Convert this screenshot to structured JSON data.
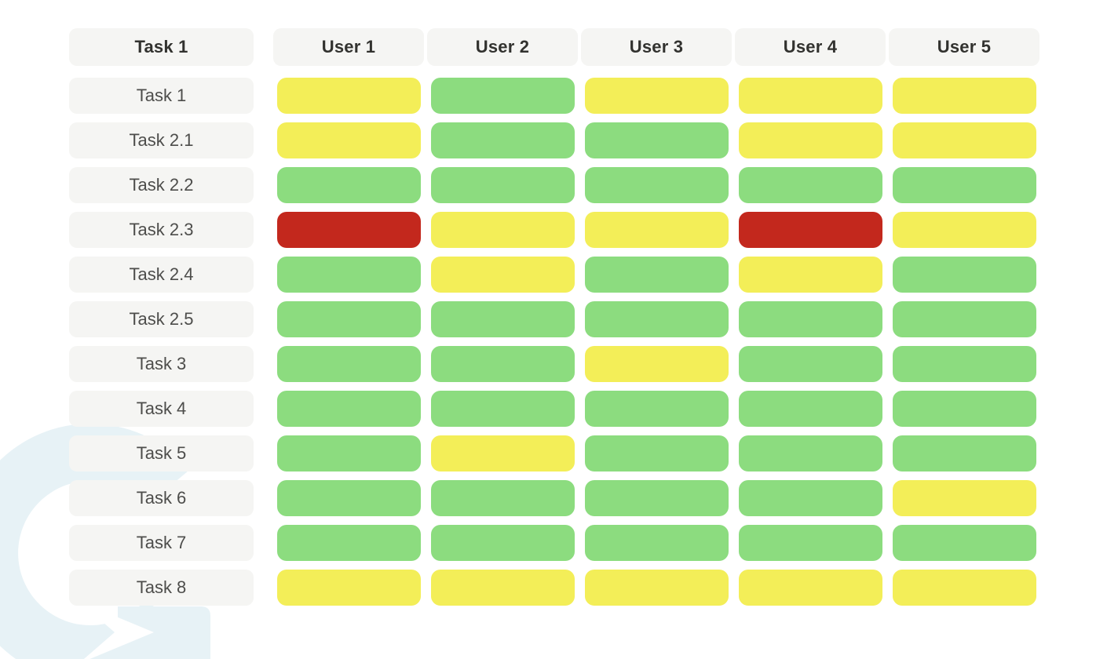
{
  "chart_data": {
    "type": "heatmap",
    "corner_header": "Task 1",
    "columns": [
      "User 1",
      "User 2",
      "User 3",
      "User 4",
      "User 5"
    ],
    "rows": [
      "Task 1",
      "Task 2.1",
      "Task 2.2",
      "Task 2.3",
      "Task 2.4",
      "Task 2.5",
      "Task 3",
      "Task 4",
      "Task 5",
      "Task 6",
      "Task 7",
      "Task 8"
    ],
    "values": [
      [
        "yellow",
        "green",
        "yellow",
        "yellow",
        "yellow"
      ],
      [
        "yellow",
        "green",
        "green",
        "yellow",
        "yellow"
      ],
      [
        "green",
        "green",
        "green",
        "green",
        "green"
      ],
      [
        "red",
        "yellow",
        "yellow",
        "red",
        "yellow"
      ],
      [
        "green",
        "yellow",
        "green",
        "yellow",
        "green"
      ],
      [
        "green",
        "green",
        "green",
        "green",
        "green"
      ],
      [
        "green",
        "green",
        "yellow",
        "green",
        "green"
      ],
      [
        "green",
        "green",
        "green",
        "green",
        "green"
      ],
      [
        "green",
        "yellow",
        "green",
        "green",
        "green"
      ],
      [
        "green",
        "green",
        "green",
        "green",
        "yellow"
      ],
      [
        "green",
        "green",
        "green",
        "green",
        "green"
      ],
      [
        "yellow",
        "yellow",
        "yellow",
        "yellow",
        "yellow"
      ]
    ],
    "status_colors": {
      "green": "#8cdc7f",
      "yellow": "#f3ee58",
      "red": "#c3281d"
    },
    "legend_position": "none",
    "grid": false
  },
  "watermark": {
    "icon_name": "g-arrow-logo",
    "color": "#e7f2f6"
  }
}
